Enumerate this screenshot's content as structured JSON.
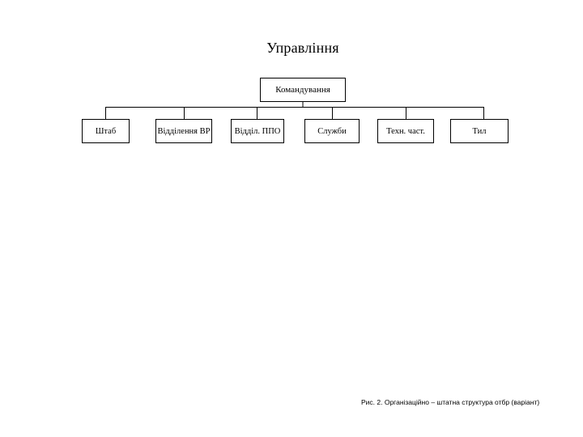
{
  "diagram": {
    "title": "Управління",
    "root": {
      "label": "Командування"
    },
    "units": [
      {
        "label": "Штаб"
      },
      {
        "label": "Відділення ВР"
      },
      {
        "label": "Відділ. ППО"
      },
      {
        "label": "Служби"
      },
      {
        "label": "Техн. част."
      },
      {
        "label": "Тил"
      }
    ],
    "caption": "Рис. 2. Організаційно – штатна структура отбр (варіант)"
  }
}
